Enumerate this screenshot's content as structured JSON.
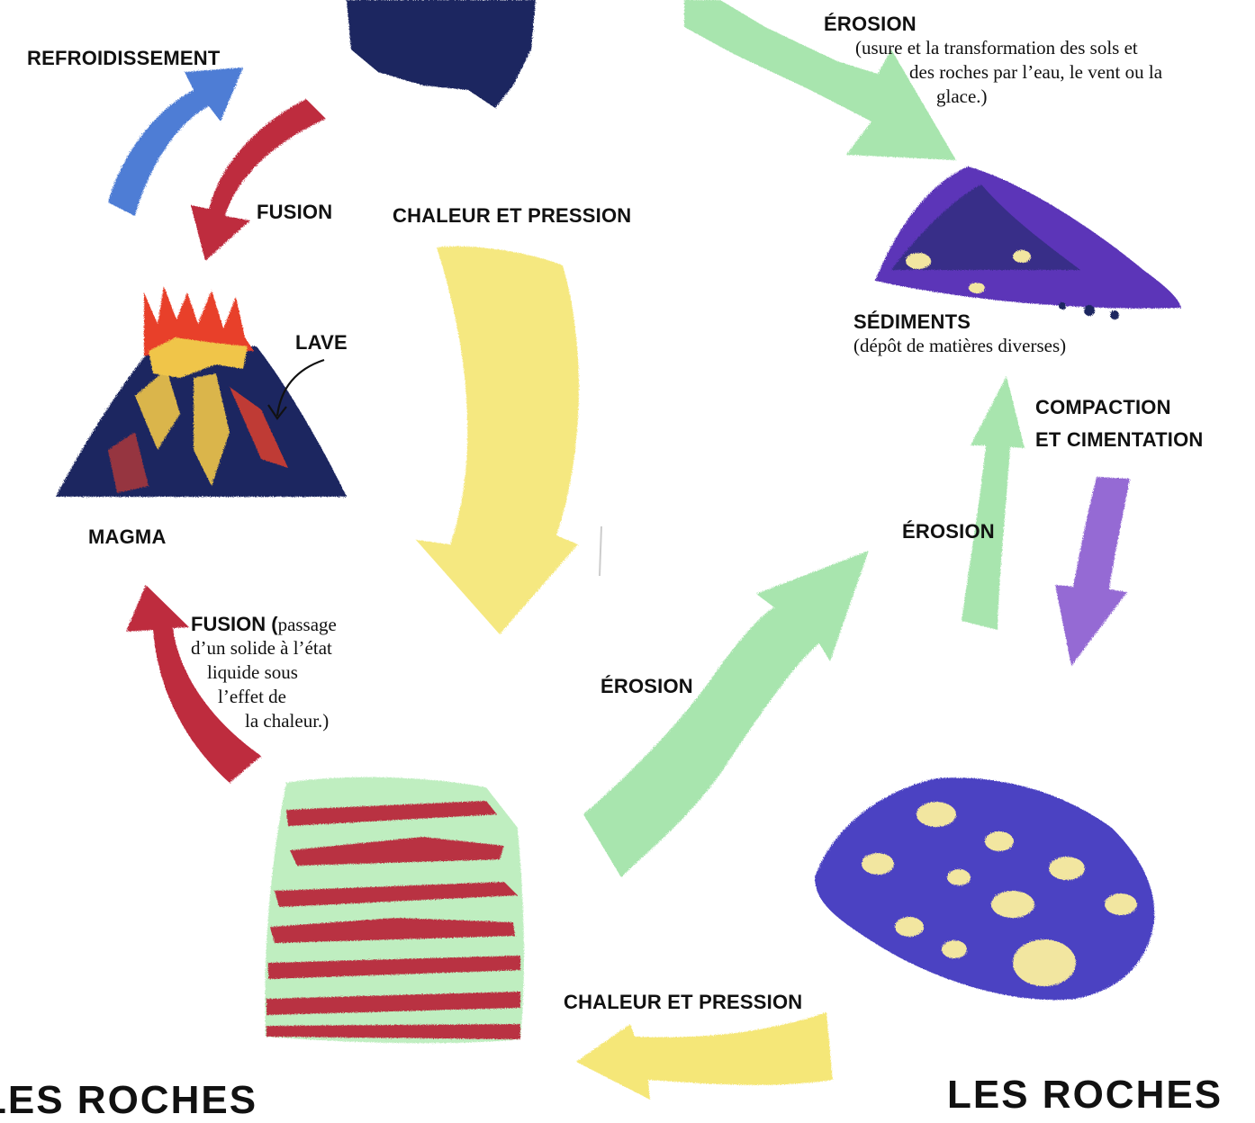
{
  "labels": {
    "erosion_top": "ÉROSION",
    "erosion_top_desc_1": "(usure et la transformation des sols et",
    "erosion_top_desc_2": "des roches par l’eau, le vent ou la",
    "erosion_top_desc_3": "glace.)",
    "refroidissement": "REFROIDISSEMENT",
    "fusion_upper": "FUSION",
    "chaleur_pression_top": "CHALEUR ET PRESSION",
    "sediments": "SÉDIMENTS",
    "sediments_desc": "(dépôt de matières diverses)",
    "lave": "LAVE",
    "compaction_1": "COMPACTION",
    "compaction_2": "ET CIMENTATION",
    "erosion_right": "ÉROSION",
    "magma": "MAGMA",
    "fusion_lower": "FUSION (",
    "fusion_lower_desc_1": "passage",
    "fusion_lower_desc_2": "d’un solide à l’état",
    "fusion_lower_desc_3": "liquide sous",
    "fusion_lower_desc_4": "l’effet de",
    "fusion_lower_desc_5": "la chaleur.)",
    "erosion_middle": "ÉROSION",
    "chaleur_pression_bottom": "CHALEUR ET PRESSION",
    "title_left_partial": "LES ROCHES",
    "title_right_partial": "LES ROCHES"
  },
  "colors": {
    "erosion_green": "#9fe3a6",
    "heat_yellow": "#f4e56a",
    "fusion_red": "#b7122b",
    "cooling_blue": "#3b6fd1",
    "compaction_purple": "#8a5ad0",
    "rock_navy": "#1d2660",
    "sediment_purple": "#5b35b8",
    "lava_orange": "#f0a33a",
    "metamorphic_green": "#bfeec0"
  }
}
